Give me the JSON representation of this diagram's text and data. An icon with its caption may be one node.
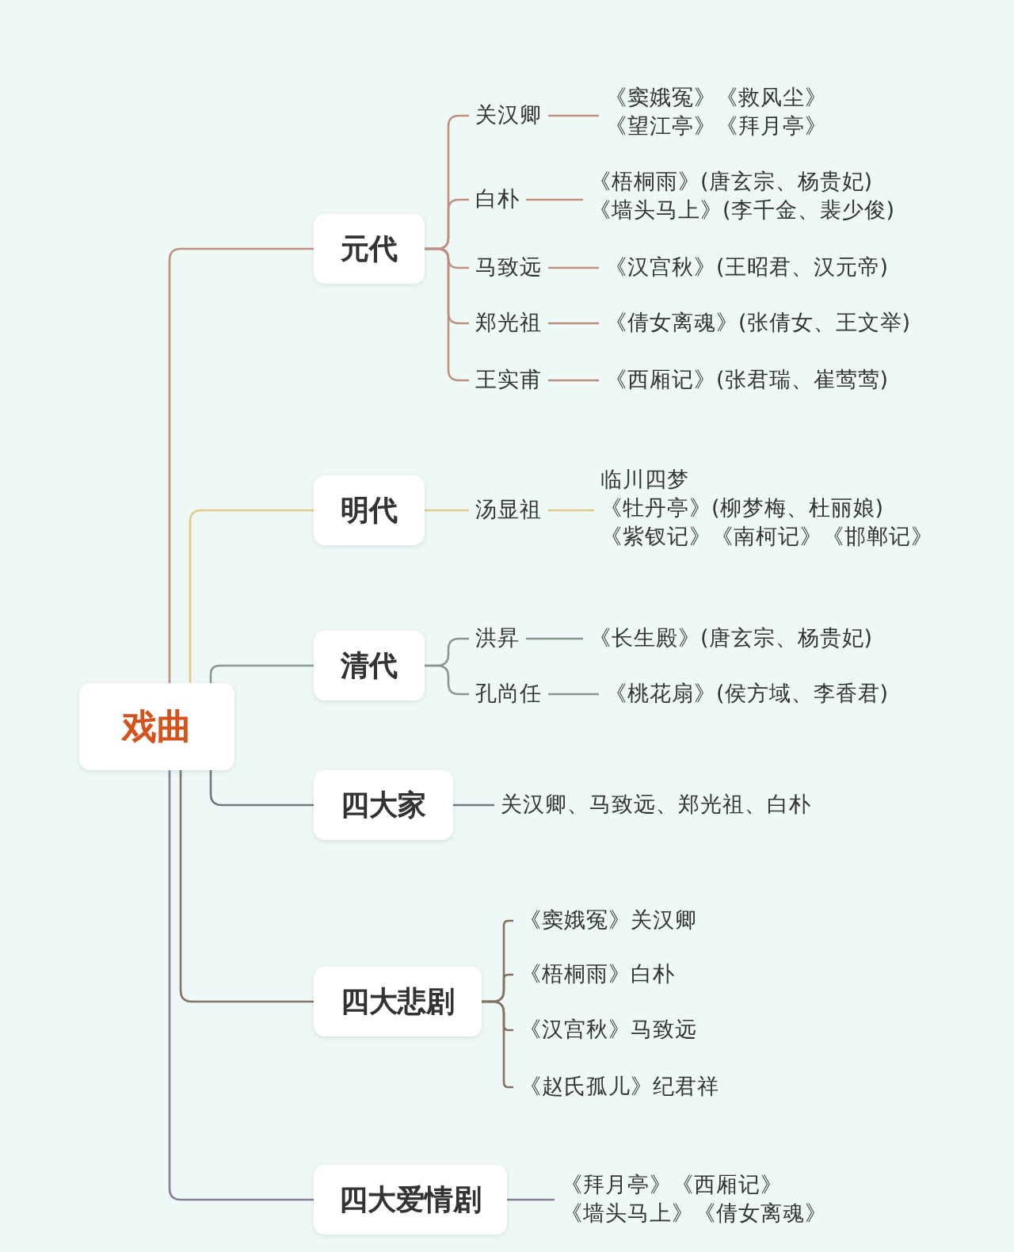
{
  "diagram": {
    "nodes": [
      {
        "text": [
          "戏曲"
        ]
      },
      {
        "text": [
          "元代"
        ]
      },
      {
        "text": [
          "关汉卿"
        ]
      },
      {
        "text": [
          "《窦娥冤》《救风尘》",
          "《望江亭》《拜月亭》"
        ]
      },
      {
        "text": [
          "白朴"
        ]
      },
      {
        "text": [
          "《梧桐雨》(唐玄宗、杨贵妃)",
          "《墙头马上》(李千金、裴少俊)"
        ]
      },
      {
        "text": [
          "马致远"
        ]
      },
      {
        "text": [
          "《汉宫秋》(王昭君、汉元帝)"
        ]
      },
      {
        "text": [
          "郑光祖"
        ]
      },
      {
        "text": [
          "《倩女离魂》(张倩女、王文举)"
        ]
      },
      {
        "text": [
          "王实甫"
        ]
      },
      {
        "text": [
          "《西厢记》(张君瑞、崔莺莺)"
        ]
      },
      {
        "text": [
          "明代"
        ]
      },
      {
        "text": [
          "汤显祖"
        ]
      },
      {
        "text": [
          "临川四梦",
          "《牡丹亭》(柳梦梅、杜丽娘)",
          "《紫钗记》《南柯记》《邯郸记》"
        ]
      },
      {
        "text": [
          "清代"
        ]
      },
      {
        "text": [
          "洪昇"
        ]
      },
      {
        "text": [
          "《长生殿》(唐玄宗、杨贵妃)"
        ]
      },
      {
        "text": [
          "孔尚任"
        ]
      },
      {
        "text": [
          "《桃花扇》(侯方域、李香君)"
        ]
      },
      {
        "text": [
          "四大家"
        ]
      },
      {
        "text": [
          "关汉卿、马致远、郑光祖、白朴"
        ]
      },
      {
        "text": [
          "四大悲剧"
        ]
      },
      {
        "text": [
          "《窦娥冤》关汉卿"
        ]
      },
      {
        "text": [
          "《梧桐雨》白朴"
        ]
      },
      {
        "text": [
          "《汉宫秋》马致远"
        ]
      },
      {
        "text": [
          "《赵氏孤儿》纪君祥"
        ]
      },
      {
        "text": [
          "四大爱情剧"
        ]
      },
      {
        "text": [
          "《拜月亭》《西厢记》",
          "《墙头马上》《倩女离魂》"
        ]
      }
    ],
    "edges": [
      {
        "from": 0,
        "to": 1,
        "arrow": "none"
      },
      {
        "from": 1,
        "to": 2,
        "arrow": "none"
      },
      {
        "from": 1,
        "to": 4,
        "arrow": "none"
      },
      {
        "from": 1,
        "to": 6,
        "arrow": "none"
      },
      {
        "from": 1,
        "to": 8,
        "arrow": "none"
      },
      {
        "from": 1,
        "to": 10,
        "arrow": "none"
      },
      {
        "from": 2,
        "to": 3,
        "arrow": "none"
      },
      {
        "from": 4,
        "to": 5,
        "arrow": "none"
      },
      {
        "from": 6,
        "to": 7,
        "arrow": "none"
      },
      {
        "from": 8,
        "to": 9,
        "arrow": "none"
      },
      {
        "from": 10,
        "to": 11,
        "arrow": "none"
      },
      {
        "from": 0,
        "to": 12,
        "arrow": "none",
        "color": "#e2c988"
      },
      {
        "from": 12,
        "to": 13,
        "arrow": "none",
        "color": "#e2c988"
      },
      {
        "from": 13,
        "to": 14,
        "arrow": "none",
        "color": "#e2c988"
      },
      {
        "from": 0,
        "to": 15,
        "arrow": "none",
        "color": "#859a8a"
      },
      {
        "from": 15,
        "to": 16,
        "arrow": "none",
        "color": "#859a8a"
      },
      {
        "from": 15,
        "to": 18,
        "arrow": "none",
        "color": "#859a8a"
      },
      {
        "from": 16,
        "to": 17,
        "arrow": "none",
        "color": "#859a8a"
      },
      {
        "from": 18,
        "to": 19,
        "arrow": "none",
        "color": "#859a8a"
      },
      {
        "from": 0,
        "to": 20,
        "arrow": "none",
        "color": "#6f787c"
      },
      {
        "from": 20,
        "to": 21,
        "arrow": "none",
        "color": "#6f787c"
      },
      {
        "from": 0,
        "to": 22,
        "arrow": "none",
        "color": "#86705f"
      },
      {
        "from": 22,
        "to": 23,
        "arrow": "none",
        "color": "#86705f"
      },
      {
        "from": 22,
        "to": 24,
        "arrow": "none",
        "color": "#86705f"
      },
      {
        "from": 22,
        "to": 25,
        "arrow": "none",
        "color": "#86705f"
      },
      {
        "from": 22,
        "to": 26,
        "arrow": "none",
        "color": "#86705f"
      },
      {
        "from": 0,
        "to": 27,
        "arrow": "none",
        "color": "#8a7b9a"
      },
      {
        "from": 27,
        "to": 28,
        "arrow": "none",
        "color": "#8a7b9a"
      }
    ]
  }
}
